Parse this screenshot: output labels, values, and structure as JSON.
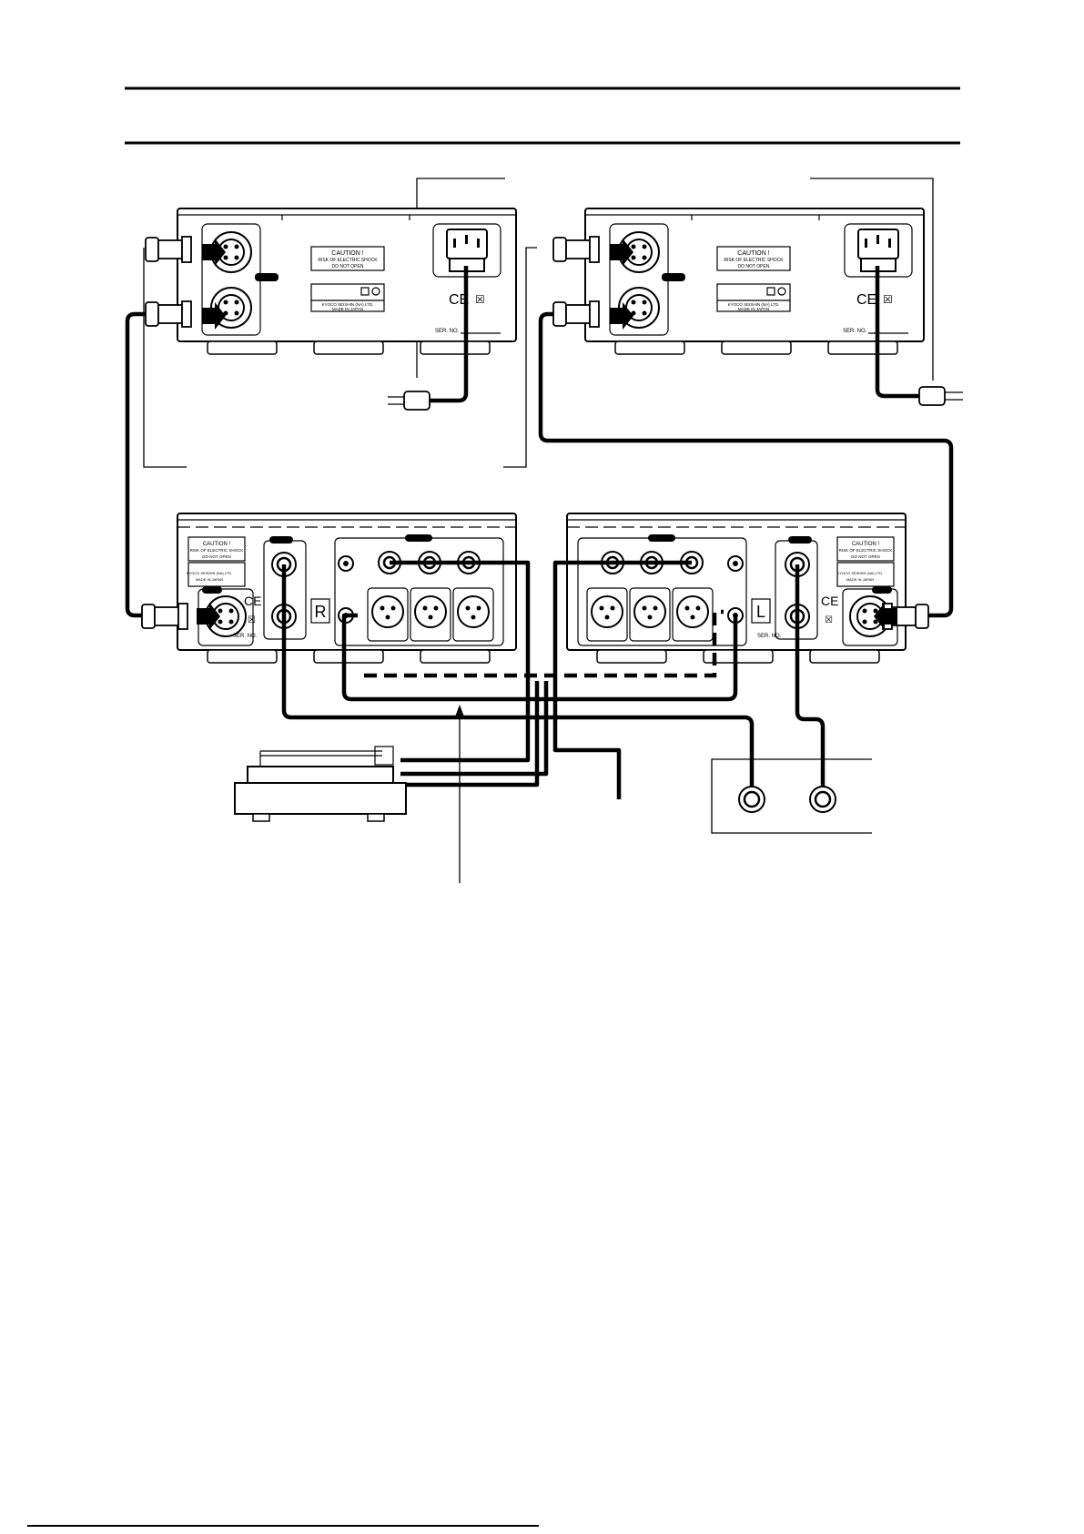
{
  "panel_text": {
    "caution_title": "CAUTION !",
    "caution_line1": "RISK OF ELECTRIC SHOCK",
    "caution_line2": "DO NOT OPEN",
    "maker": "KYOCO SEISHIN (NA) LTD.",
    "made_in": "MADE IN JAPAN",
    "serial": "SER. NO.",
    "ce_mark": "CE",
    "weee_mark": "☒"
  },
  "channels": {
    "right": "R",
    "left": "L"
  },
  "colors": {
    "ink": "#000000",
    "paper": "#ffffff"
  }
}
